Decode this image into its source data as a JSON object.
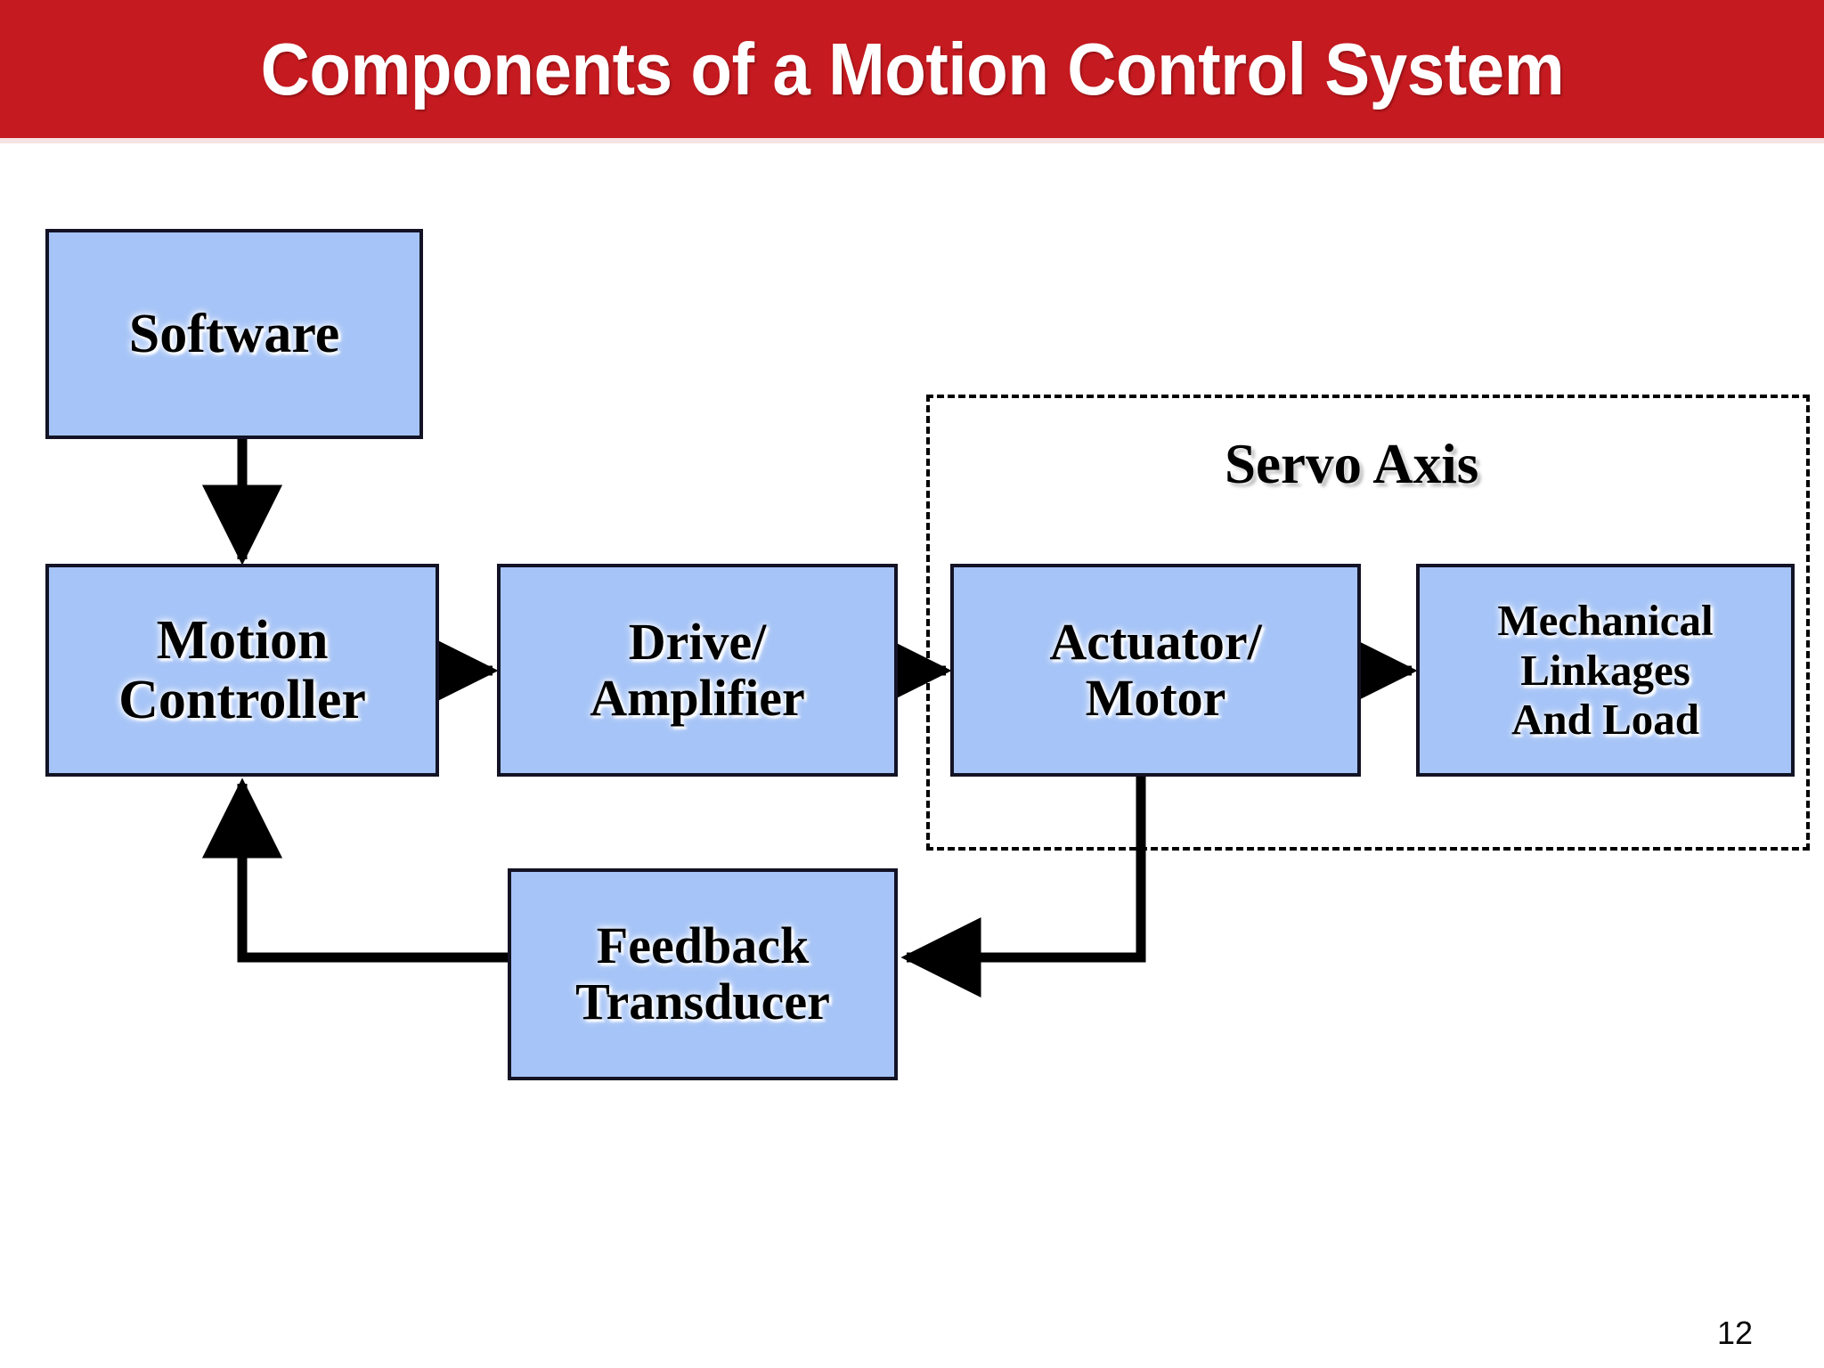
{
  "slide": {
    "title": "Components of a Motion Control System",
    "page_number": "12",
    "colors": {
      "banner": "#C41A20",
      "banner_text": "#FFFFFF",
      "node_fill": "#A6C4F7",
      "node_border": "#131325",
      "connector": "#000000",
      "background": "#FFFFFF"
    }
  },
  "diagram": {
    "type": "block-flow-diagram",
    "group_label": "Servo Axis",
    "nodes": [
      {
        "id": "software",
        "label_lines": [
          "Software"
        ]
      },
      {
        "id": "motion",
        "label_lines": [
          "Motion",
          "Controller"
        ]
      },
      {
        "id": "drive",
        "label_lines": [
          "Drive/",
          "Amplifier"
        ]
      },
      {
        "id": "actuator",
        "label_lines": [
          "Actuator/",
          "Motor"
        ]
      },
      {
        "id": "mechanical",
        "label_lines": [
          "Mechanical",
          "Linkages",
          "And Load"
        ]
      },
      {
        "id": "feedback",
        "label_lines": [
          "Feedback",
          "Transducer"
        ]
      }
    ],
    "edges": [
      {
        "from": "software",
        "to": "motion",
        "direction": "down"
      },
      {
        "from": "motion",
        "to": "drive",
        "direction": "right"
      },
      {
        "from": "drive",
        "to": "actuator",
        "direction": "right"
      },
      {
        "from": "actuator",
        "to": "mechanical",
        "direction": "right"
      },
      {
        "from": "actuator",
        "to": "feedback",
        "direction": "down-left"
      },
      {
        "from": "feedback",
        "to": "motion",
        "direction": "left-up"
      }
    ],
    "group_members": [
      "actuator",
      "mechanical"
    ]
  }
}
